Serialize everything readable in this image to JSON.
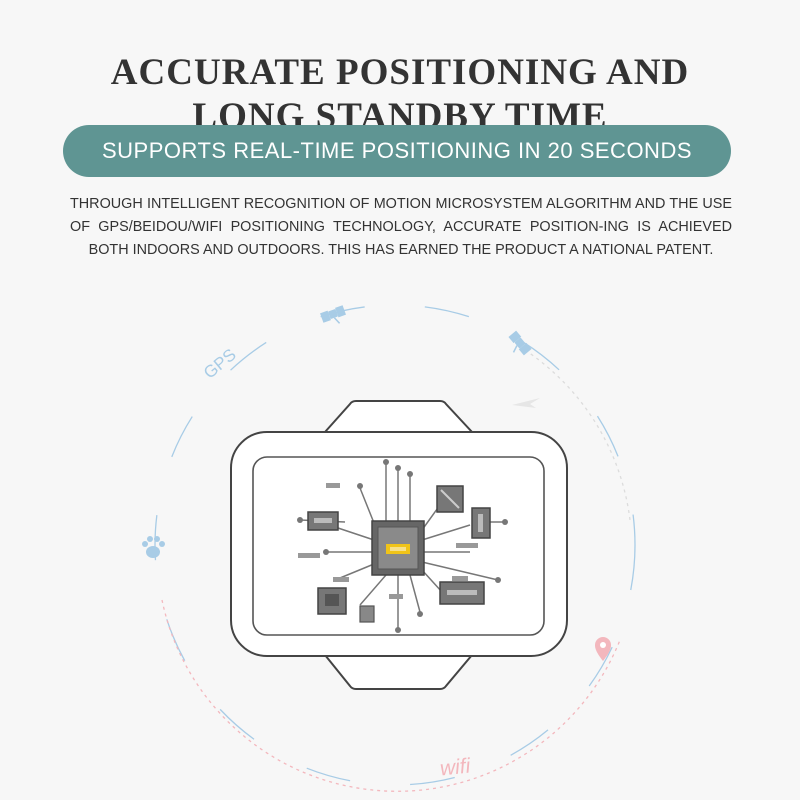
{
  "heading": {
    "line1": "ACCURATE POSITIONING AND",
    "line2": "LONG STANDBY TIME"
  },
  "banner": {
    "text": "SUPPORTS REAL-TIME POSITIONING IN 20 SECONDS"
  },
  "description": {
    "text": "THROUGH INTELLIGENT RECOGNITION OF MOTION MICROSYSTEM ALGORITHM AND THE USE OF GPS/BEIDOU/WIFI POSITIONING TECHNOLOGY, ACCURATE POSITION-ING IS ACHIEVED BOTH INDOORS AND OUTDOORS. THIS HAS EARNED THE PRODUCT A NATIONAL PATENT."
  },
  "orbit": {
    "gps_label": "GPS",
    "wifi_label": "wifi"
  },
  "colors": {
    "banner": "#5f9593",
    "orbit_blue": "#a8cce6",
    "orbit_pink": "#f3b7bd",
    "chip_highlight": "#f0c419"
  },
  "icons": [
    "satellite-icon",
    "paw-icon",
    "location-pin-icon",
    "processor-chip-icon"
  ]
}
